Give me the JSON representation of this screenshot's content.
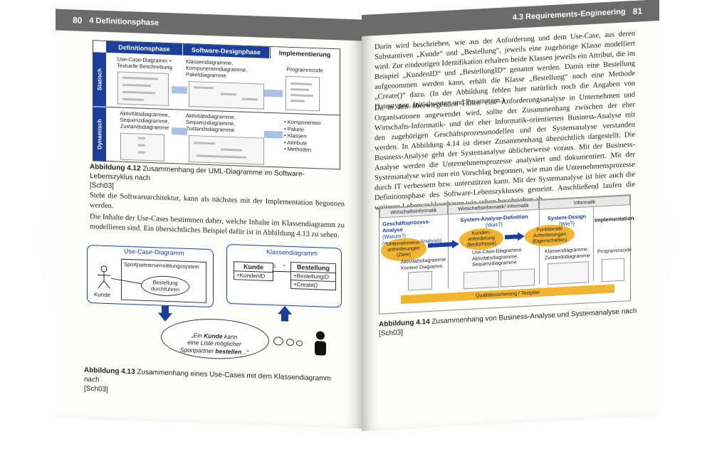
{
  "left_page": {
    "page_number": "80",
    "running_head": "4  Definitionsphase",
    "fig412": {
      "headers": [
        "Definitionsphase",
        "Software-Designphase",
        "Implementierung"
      ],
      "rows": [
        "Statisch",
        "Dynamisch"
      ],
      "def_static": "Use-Case-Diagramm +\nTextuelle Beschreibung",
      "design_static": "Klassendiagramme,\nKomponentendiagramme,\nPaketdiagramme",
      "impl_static": "Programmcode",
      "def_dynamic": "Aktivitätsdiagramme,\nSequenzdiagramme,\nZustandsdiagramme",
      "design_dynamic": "Aktivitätsdiagramme,\nSequenzdiagramme,\nZustandsdiagramme",
      "impl_bullets": [
        "Komponenten",
        "Pakete",
        "Klassen",
        "Attribute",
        "Methoden"
      ]
    },
    "caption412": {
      "label": "Abbildung 4.12",
      "text": "Zusammenhang der UML-Diagramme im Software-Lebenszyklus nach",
      "ref": "[Sch03]"
    },
    "para1": "Steht die Softwarearchitektur, kann als nächstes mit der Implementation begonnen werden.",
    "para2": "Die Inhalte der Use-Cases bestimmen daher, welche Inhalte im Klassendiagramm zu modellieren sind. Ein übersichtliches Beispiel dafür ist in Abbildung 4.13 zu sehen.",
    "fig413": {
      "usecase_title": "Use-Case-Diagramm",
      "system": "Sportpartnervermittlungssystem",
      "usecase": "Bestellung\ndurchführen",
      "actor": "Kunde",
      "class_title": "Klassendiagramm",
      "class1_name": "Kunde",
      "class1_attr": "+KundenID",
      "class2_name": "Bestellung",
      "class2_attr": "+BestellungID",
      "class2_method": "+Create()",
      "mult_left": "1",
      "mult_right": "*",
      "cloud_pre": "„Ein ",
      "cloud_b1": "Kunde",
      "cloud_mid": " kann\neine Liste möglicher\nSportpartner ",
      "cloud_b2": "bestellen",
      "cloud_post": "...“"
    },
    "caption413": {
      "label": "Abbildung 4.13",
      "text": "Zusammenhang eines Use-Cases mit dem Klassendiagramm nach",
      "ref": "[Sch03]"
    }
  },
  "right_page": {
    "page_number": "81",
    "running_head": "4.3  Requirements-Engineering",
    "para1": "Darin wird beschrieben, wie aus der Anforderung und dem Use-Case, aus deren Substantiven „Kunde“ und „Bestellung“, jeweils eine zugehörige Klasse modelliert wird. Zur eindeutigen Identifikation erhalten beide Klassen jeweils ein Attribut, die im Beispiel „KundenID“ und „BestellungID“ genannt werden. Damit eine Bestellung aufgenommen werden kann, erhält die Klasse „Bestellung“ noch eine Methode „Create()“ dazu. (In der Abbildung fehlen hier natürlich noch die Angaben von Datentypen, Initialwerten und Parametern.)",
    "para2": "Da in den überwiegenden Fällen eine Anforderungsanalyse in Unternehmen und Organisationen angewendet wird, sollte der Zusammenhang zwischen der eher Wirtschafts-Informatik- und der eher Informatik-orientierten Business-Analyse mit den zugehörigen Geschäftsprozessmodellen und der Systemanalyse verstanden werden. In Abbildung 4.14 ist dieser Zusammenhang übersichtlich dargestellt. Die Business-Analyse geht der Systemanalyse üblicherweise voraus. Mit der Business-Analyse werden die Unternehmensprozesse analysiert und dokumentiert. Mit der Systemanalyse wird nun ein Vorschlag begonnen, wie man die Unternehmensprozesse durch IT verbessern bzw. unterstützen kann. Mit der Systemanalyse ist hier auch die Definitionsphase des Software-Lebenszyklusses gemeint. Anschließend laufen die weiteren Lebenszyklusphasen wie schon beschrieben ab.",
    "fig414": {
      "head1": "Wirtschaftsinformatik",
      "head2": "Wirtschaftsinformatik/ Informatik",
      "head3": "Informatik",
      "col1_title": "Geschäftsprozess-Analyse",
      "col1_sub": "(Warum?)\n(engl. Business Analysis)",
      "col2_title": "System-Analyse-Definition",
      "col2_sub": "(Was?)",
      "col3_title": "System-Design",
      "col3_sub": "(Wie?)",
      "col4_title": "Implementation",
      "oval1": "Unternehmens-\nanforderungen\n(Ziele)",
      "oval2": "Kunden-\nanforderung\n(Bedürfnisse)",
      "oval3": "Funktionale\nAnforderungen\n(Eigenschaften)",
      "col1_diagrams": "Aktivitätsdiagramme\nKontext-Diagramm",
      "col2_diagrams": "Use-Case-Diagramme\nAktivitätsdiagramme,\nSequenzdiagramme",
      "col3_diagrams": "Klassendiagramme,\nZustandsdiagramme",
      "col4_diagrams": "Programmcode",
      "qa": "Qualitätssicherung / Testplan"
    },
    "caption414": {
      "label": "Abbildung 4.14",
      "text": "Zusammenhang von Business-Analyse und Systemanalyse nach",
      "ref": "[Sch03]"
    }
  },
  "colors": {
    "accent_blue": "#1b3f9a",
    "orange": "#f2b533",
    "runbar": "#6b6b6b"
  }
}
